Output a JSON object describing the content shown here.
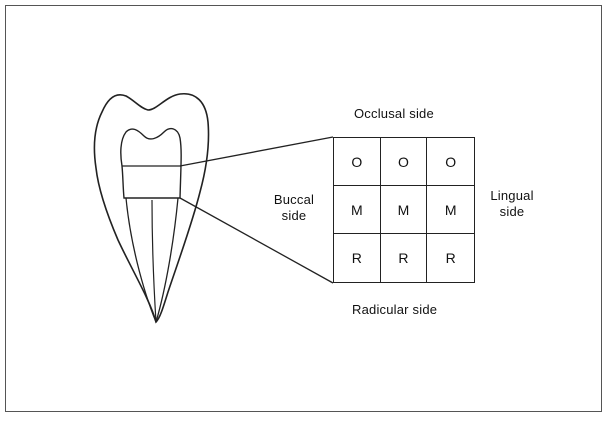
{
  "labels": {
    "top": "Occlusal side",
    "bottom": "Radicular side",
    "left_line1": "Buccal",
    "left_line2": "side",
    "right_line1": "Lingual",
    "right_line2": "side"
  },
  "grid": {
    "rows": [
      [
        "O",
        "O",
        "O"
      ],
      [
        "M",
        "M",
        "M"
      ],
      [
        "R",
        "R",
        "R"
      ]
    ]
  },
  "colors": {
    "line": "#222222",
    "frame": "#555555",
    "background": "#ffffff"
  }
}
